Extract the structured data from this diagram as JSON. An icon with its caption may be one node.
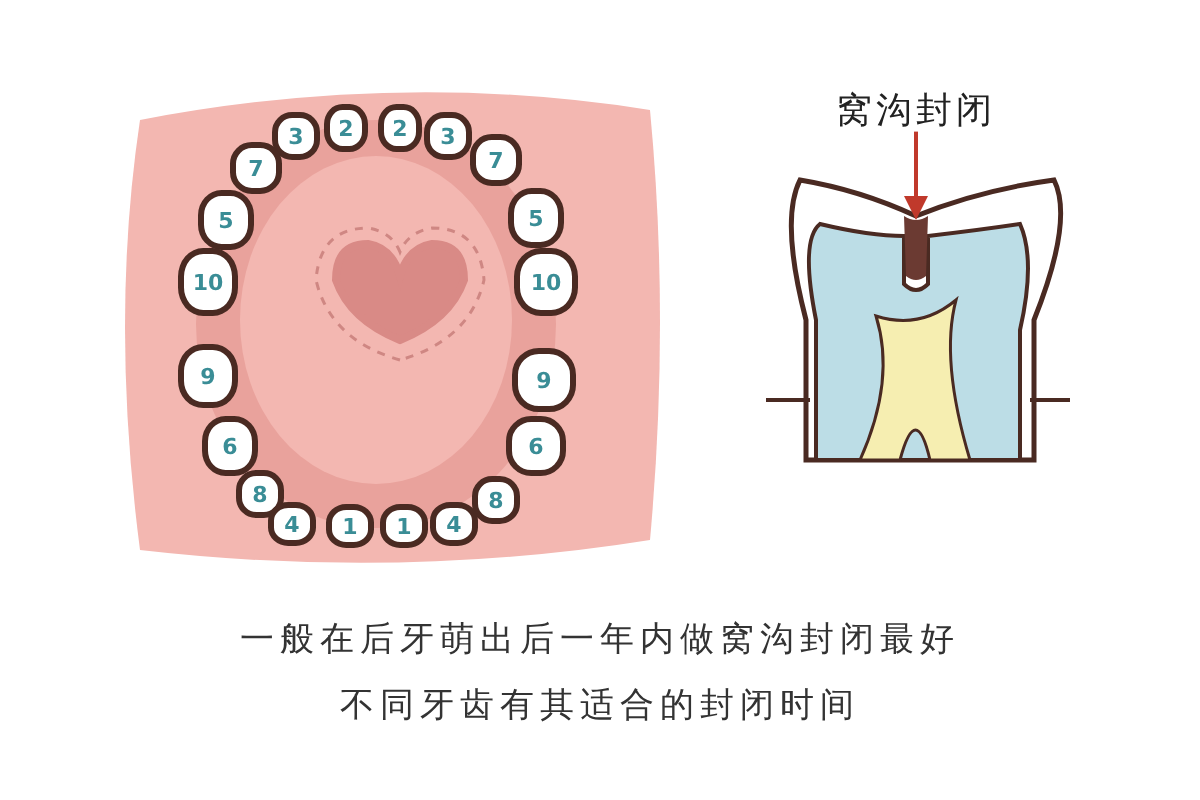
{
  "diagram": {
    "nodes": [
      {
        "text": [
          "3"
        ]
      },
      {
        "text": [
          "2"
        ]
      },
      {
        "text": [
          "2"
        ]
      },
      {
        "text": [
          "3"
        ]
      },
      {
        "text": [
          "7"
        ]
      },
      {
        "text": [
          "7"
        ]
      },
      {
        "text": [
          "5"
        ]
      },
      {
        "text": [
          "5"
        ]
      },
      {
        "text": [
          "10"
        ]
      },
      {
        "text": [
          "10"
        ]
      },
      {
        "text": [
          "9"
        ]
      },
      {
        "text": [
          "9"
        ]
      },
      {
        "text": [
          "6"
        ]
      },
      {
        "text": [
          "6"
        ]
      },
      {
        "text": [
          "8"
        ]
      },
      {
        "text": [
          "8"
        ]
      },
      {
        "text": [
          "4"
        ]
      },
      {
        "text": [
          "1"
        ]
      },
      {
        "text": [
          "1"
        ]
      },
      {
        "text": [
          "4"
        ]
      },
      {
        "text": [
          "窝沟封闭"
        ]
      },
      {
        "text": [],
        "shape": "box"
      }
    ],
    "edges": [
      {
        "from": 20,
        "to": 21,
        "arrow": "to"
      }
    ],
    "labels": [
      "一般在后牙萌出后一年内做窝沟封闭最好",
      "不同牙齿有其适合的封闭时间"
    ]
  }
}
